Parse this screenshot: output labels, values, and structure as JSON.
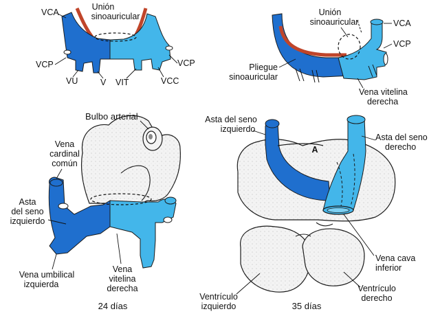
{
  "colors": {
    "dark_blue": "#1f6fce",
    "light_blue": "#43b6ea",
    "sinus_red": "#c0452a",
    "heart_fill": "#f3f3f3",
    "outline": "#1a1a1a"
  },
  "panel_a": {
    "vca": "VCA",
    "union_line1": "Unión",
    "union_line2": "sinoauricular",
    "vcp_left": "VCP",
    "vcp_right": "VCP",
    "vu": "VU",
    "v": "V",
    "vit": "VIT",
    "vcc": "VCC"
  },
  "panel_b": {
    "union_line1": "Unión",
    "union_line2": "sinoauricular",
    "vca": "VCA",
    "vcp": "VCP",
    "pliegue_line1": "Pliegue",
    "pliegue_line2": "sinoauricular",
    "vena_line1": "Vena vitelina",
    "vena_line2": "derecha"
  },
  "panel_c": {
    "bulbo": "Bulbo arterial",
    "cardinal_line1": "Vena",
    "cardinal_line2": "cardinal",
    "cardinal_line3": "común",
    "asta_line1": "Asta",
    "asta_line2": "del seno",
    "asta_line3": "izquierdo",
    "umbilical_line1": "Vena umbilical",
    "umbilical_line2": "izquierda",
    "vitelina_line1": "Vena",
    "vitelina_line2": "vitelina",
    "vitelina_line3": "derecha",
    "age": "24 días"
  },
  "panel_d": {
    "asta_izq_line1": "Asta del seno",
    "asta_izq_line2": "izquierdo",
    "a_label": "A",
    "asta_der_line1": "Asta del seno",
    "asta_der_line2": "derecho",
    "vena_cava_line1": "Vena cava",
    "vena_cava_line2": "inferior",
    "vent_izq_line1": "Ventrículo",
    "vent_izq_line2": "izquierdo",
    "vent_der_line1": "Ventrículo",
    "vent_der_line2": "derecho",
    "age": "35 días"
  }
}
